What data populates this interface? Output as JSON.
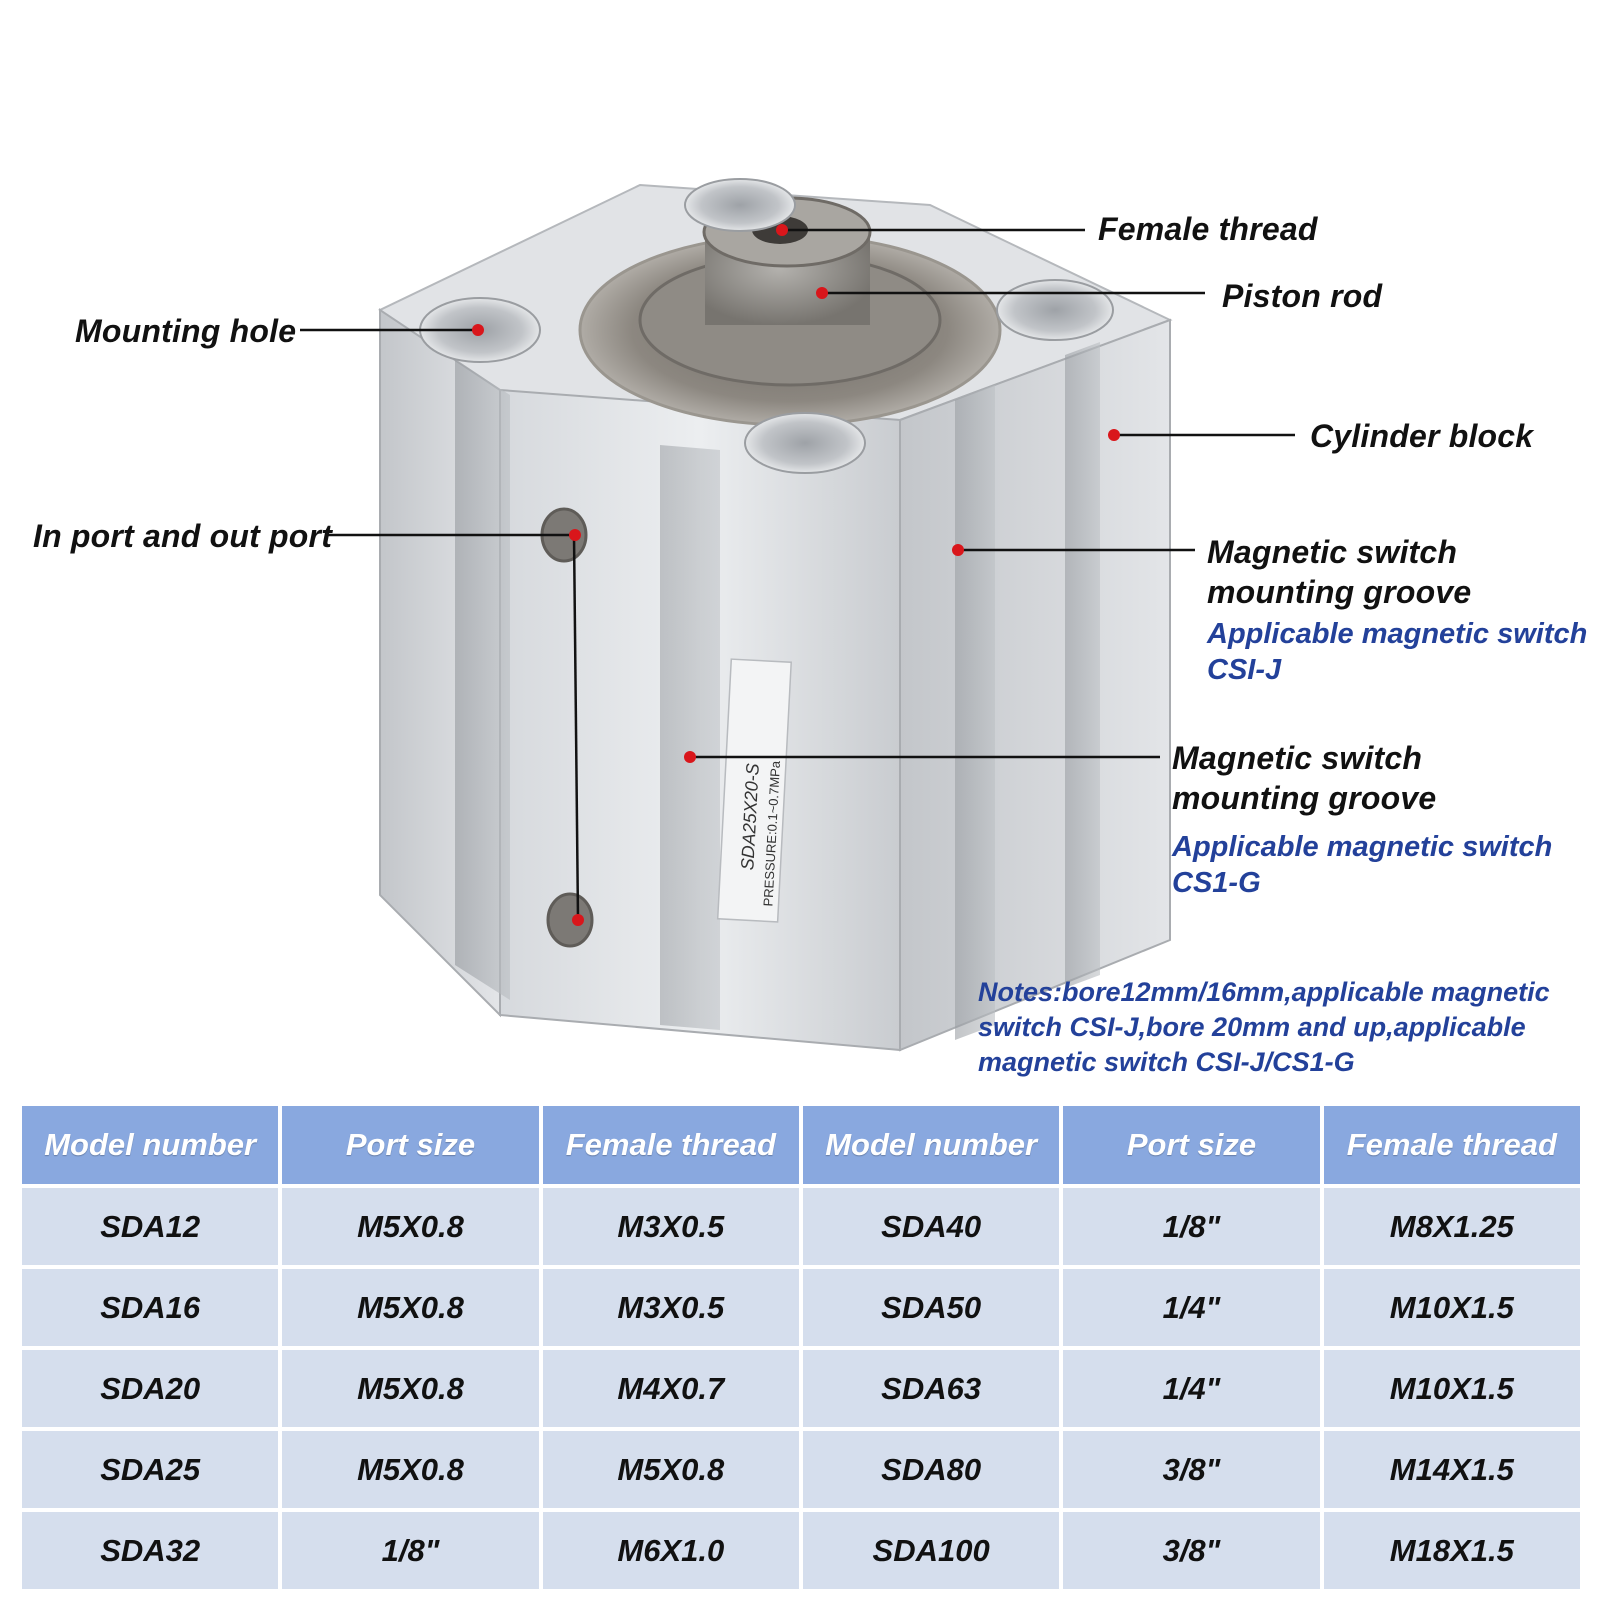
{
  "labels": {
    "female_thread": "Female thread",
    "piston_rod": "Piston rod",
    "mounting_hole": "Mounting hole",
    "cylinder_block": "Cylinder block",
    "in_out_port": "In port and out port",
    "groove_1": {
      "line1": "Magnetic switch",
      "line2": "mounting groove",
      "sub1": "Applicable magnetic switch",
      "sub2": "CSI-J"
    },
    "groove_2": {
      "line1": "Magnetic switch",
      "line2": "mounting groove",
      "sub1": "Applicable magnetic switch",
      "sub2": "CS1-G"
    }
  },
  "cylinder": {
    "model_text": "SDA25X20-S",
    "pressure_text": "PRESSURE:0.1~0.7MPa"
  },
  "notes": {
    "line1": "Notes:bore12mm/16mm,applicable magnetic",
    "line2": "switch CSI-J,bore 20mm and up,applicable",
    "line3": "magnetic switch CSI-J/CS1-G"
  },
  "colors": {
    "pointer_dot": "#d9161b",
    "note_blue": "#23419a",
    "header_bg": "#89a8df",
    "cell_bg": "#d5deed"
  },
  "table": {
    "headers": [
      "Model number",
      "Port size",
      "Female thread",
      "Model number",
      "Port size",
      "Female thread"
    ],
    "rows": [
      [
        "SDA12",
        "M5X0.8",
        "M3X0.5",
        "SDA40",
        "1/8\"",
        "M8X1.25"
      ],
      [
        "SDA16",
        "M5X0.8",
        "M3X0.5",
        "SDA50",
        "1/4\"",
        "M10X1.5"
      ],
      [
        "SDA20",
        "M5X0.8",
        "M4X0.7",
        "SDA63",
        "1/4\"",
        "M10X1.5"
      ],
      [
        "SDA25",
        "M5X0.8",
        "M5X0.8",
        "SDA80",
        "3/8\"",
        "M14X1.5"
      ],
      [
        "SDA32",
        "1/8\"",
        "M6X1.0",
        "SDA100",
        "3/8\"",
        "M18X1.5"
      ]
    ]
  }
}
